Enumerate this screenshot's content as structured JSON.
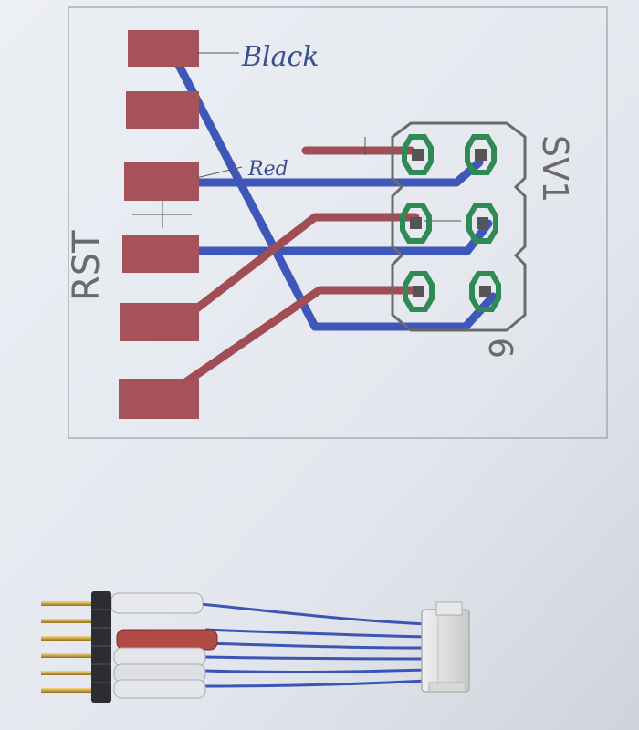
{
  "pcb": {
    "rst_label": "RST",
    "sv1_label": "SV1",
    "pin_number": "6",
    "note_black": "Black",
    "note_red": "Red"
  },
  "colors": {
    "paper": "#e9ecf1",
    "pad": "#a5525a",
    "trace_red": "#a04d55",
    "trace_blue": "#3f57b8",
    "via_green": "#2f8a55",
    "outline": "#6b6b6b"
  }
}
